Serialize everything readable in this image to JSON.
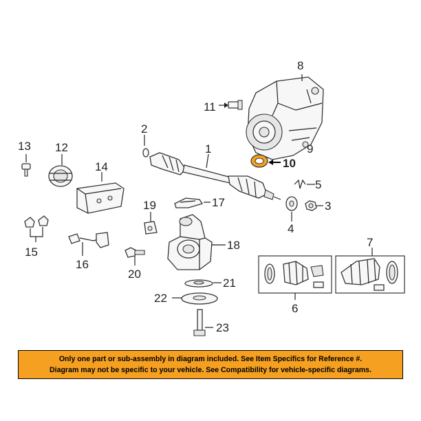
{
  "colors": {
    "banner_bg": "#f5a020",
    "highlight": "#f5a020",
    "ink": "#222222"
  },
  "callouts": [
    {
      "id": "1",
      "label": "1"
    },
    {
      "id": "2",
      "label": "2"
    },
    {
      "id": "3",
      "label": "3"
    },
    {
      "id": "4",
      "label": "4"
    },
    {
      "id": "5",
      "label": "5"
    },
    {
      "id": "6",
      "label": "6"
    },
    {
      "id": "7",
      "label": "7"
    },
    {
      "id": "8",
      "label": "8"
    },
    {
      "id": "9",
      "label": "9"
    },
    {
      "id": "10",
      "label": "10",
      "highlighted": true
    },
    {
      "id": "11",
      "label": "11"
    },
    {
      "id": "12",
      "label": "12"
    },
    {
      "id": "13",
      "label": "13"
    },
    {
      "id": "14",
      "label": "14"
    },
    {
      "id": "15",
      "label": "15"
    },
    {
      "id": "16",
      "label": "16"
    },
    {
      "id": "17",
      "label": "17"
    },
    {
      "id": "18",
      "label": "18"
    },
    {
      "id": "19",
      "label": "19"
    },
    {
      "id": "20",
      "label": "20"
    },
    {
      "id": "21",
      "label": "21"
    },
    {
      "id": "22",
      "label": "22"
    },
    {
      "id": "23",
      "label": "23"
    }
  ],
  "banner": {
    "line1": "Only one part or sub-assembly in diagram included. See Item Specifics for Reference #.",
    "line2": "Diagram may not be specific to your vehicle. See Compatibility for vehicle-specific diagrams."
  }
}
